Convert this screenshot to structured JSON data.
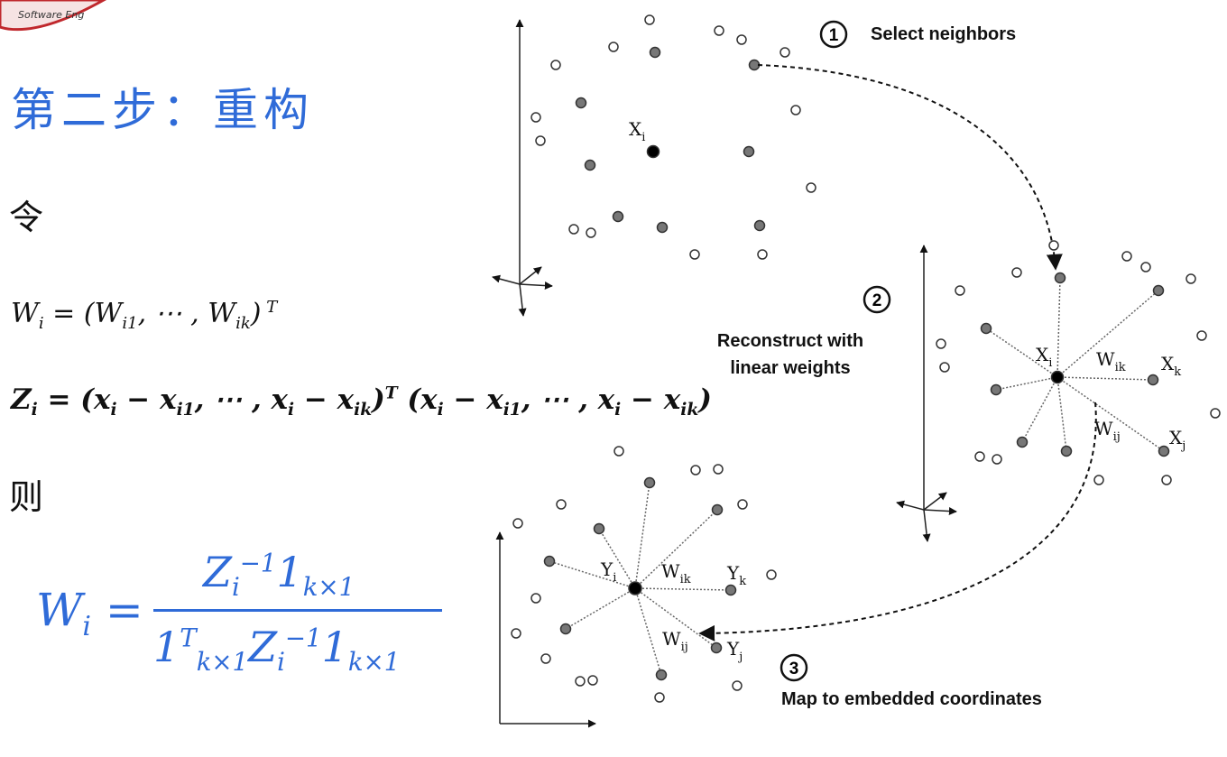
{
  "logo": {
    "text": "Software Eng"
  },
  "title": "第二步：重构",
  "ling": "令",
  "ze": "则",
  "eq1": "W_i = (W_i1, ⋯, W_ik)^T",
  "eq2": "Z_i = (x_i − x_i1, ⋯, x_i − x_ik)^T (x_i − x_i1, ⋯, x_i − x_ik)",
  "eq3": "W_i = Z_i^−1 1_k×1 / 1_k×1^T Z_i^−1 1_k×1",
  "diagram": {
    "step1_num": "1",
    "step1_label": "Select neighbors",
    "step2_num": "2",
    "step2_line1": "Reconstruct with",
    "step2_line2": "linear weights",
    "step3_num": "3",
    "step3_label": "Map to embedded coordinates",
    "labels": {
      "Xi": "X",
      "Xi_sub": "i",
      "Xk": "X",
      "Xk_sub": "k",
      "Xj": "X",
      "Xj_sub": "j",
      "Wik": "W",
      "Wik_sub": "ik",
      "Wij": "W",
      "Wij_sub": "ij",
      "Yi": "Y",
      "Yi_sub": "i",
      "Yk": "Y",
      "Yk_sub": "k",
      "Yj": "Y",
      "Yj_sub": "j"
    }
  }
}
